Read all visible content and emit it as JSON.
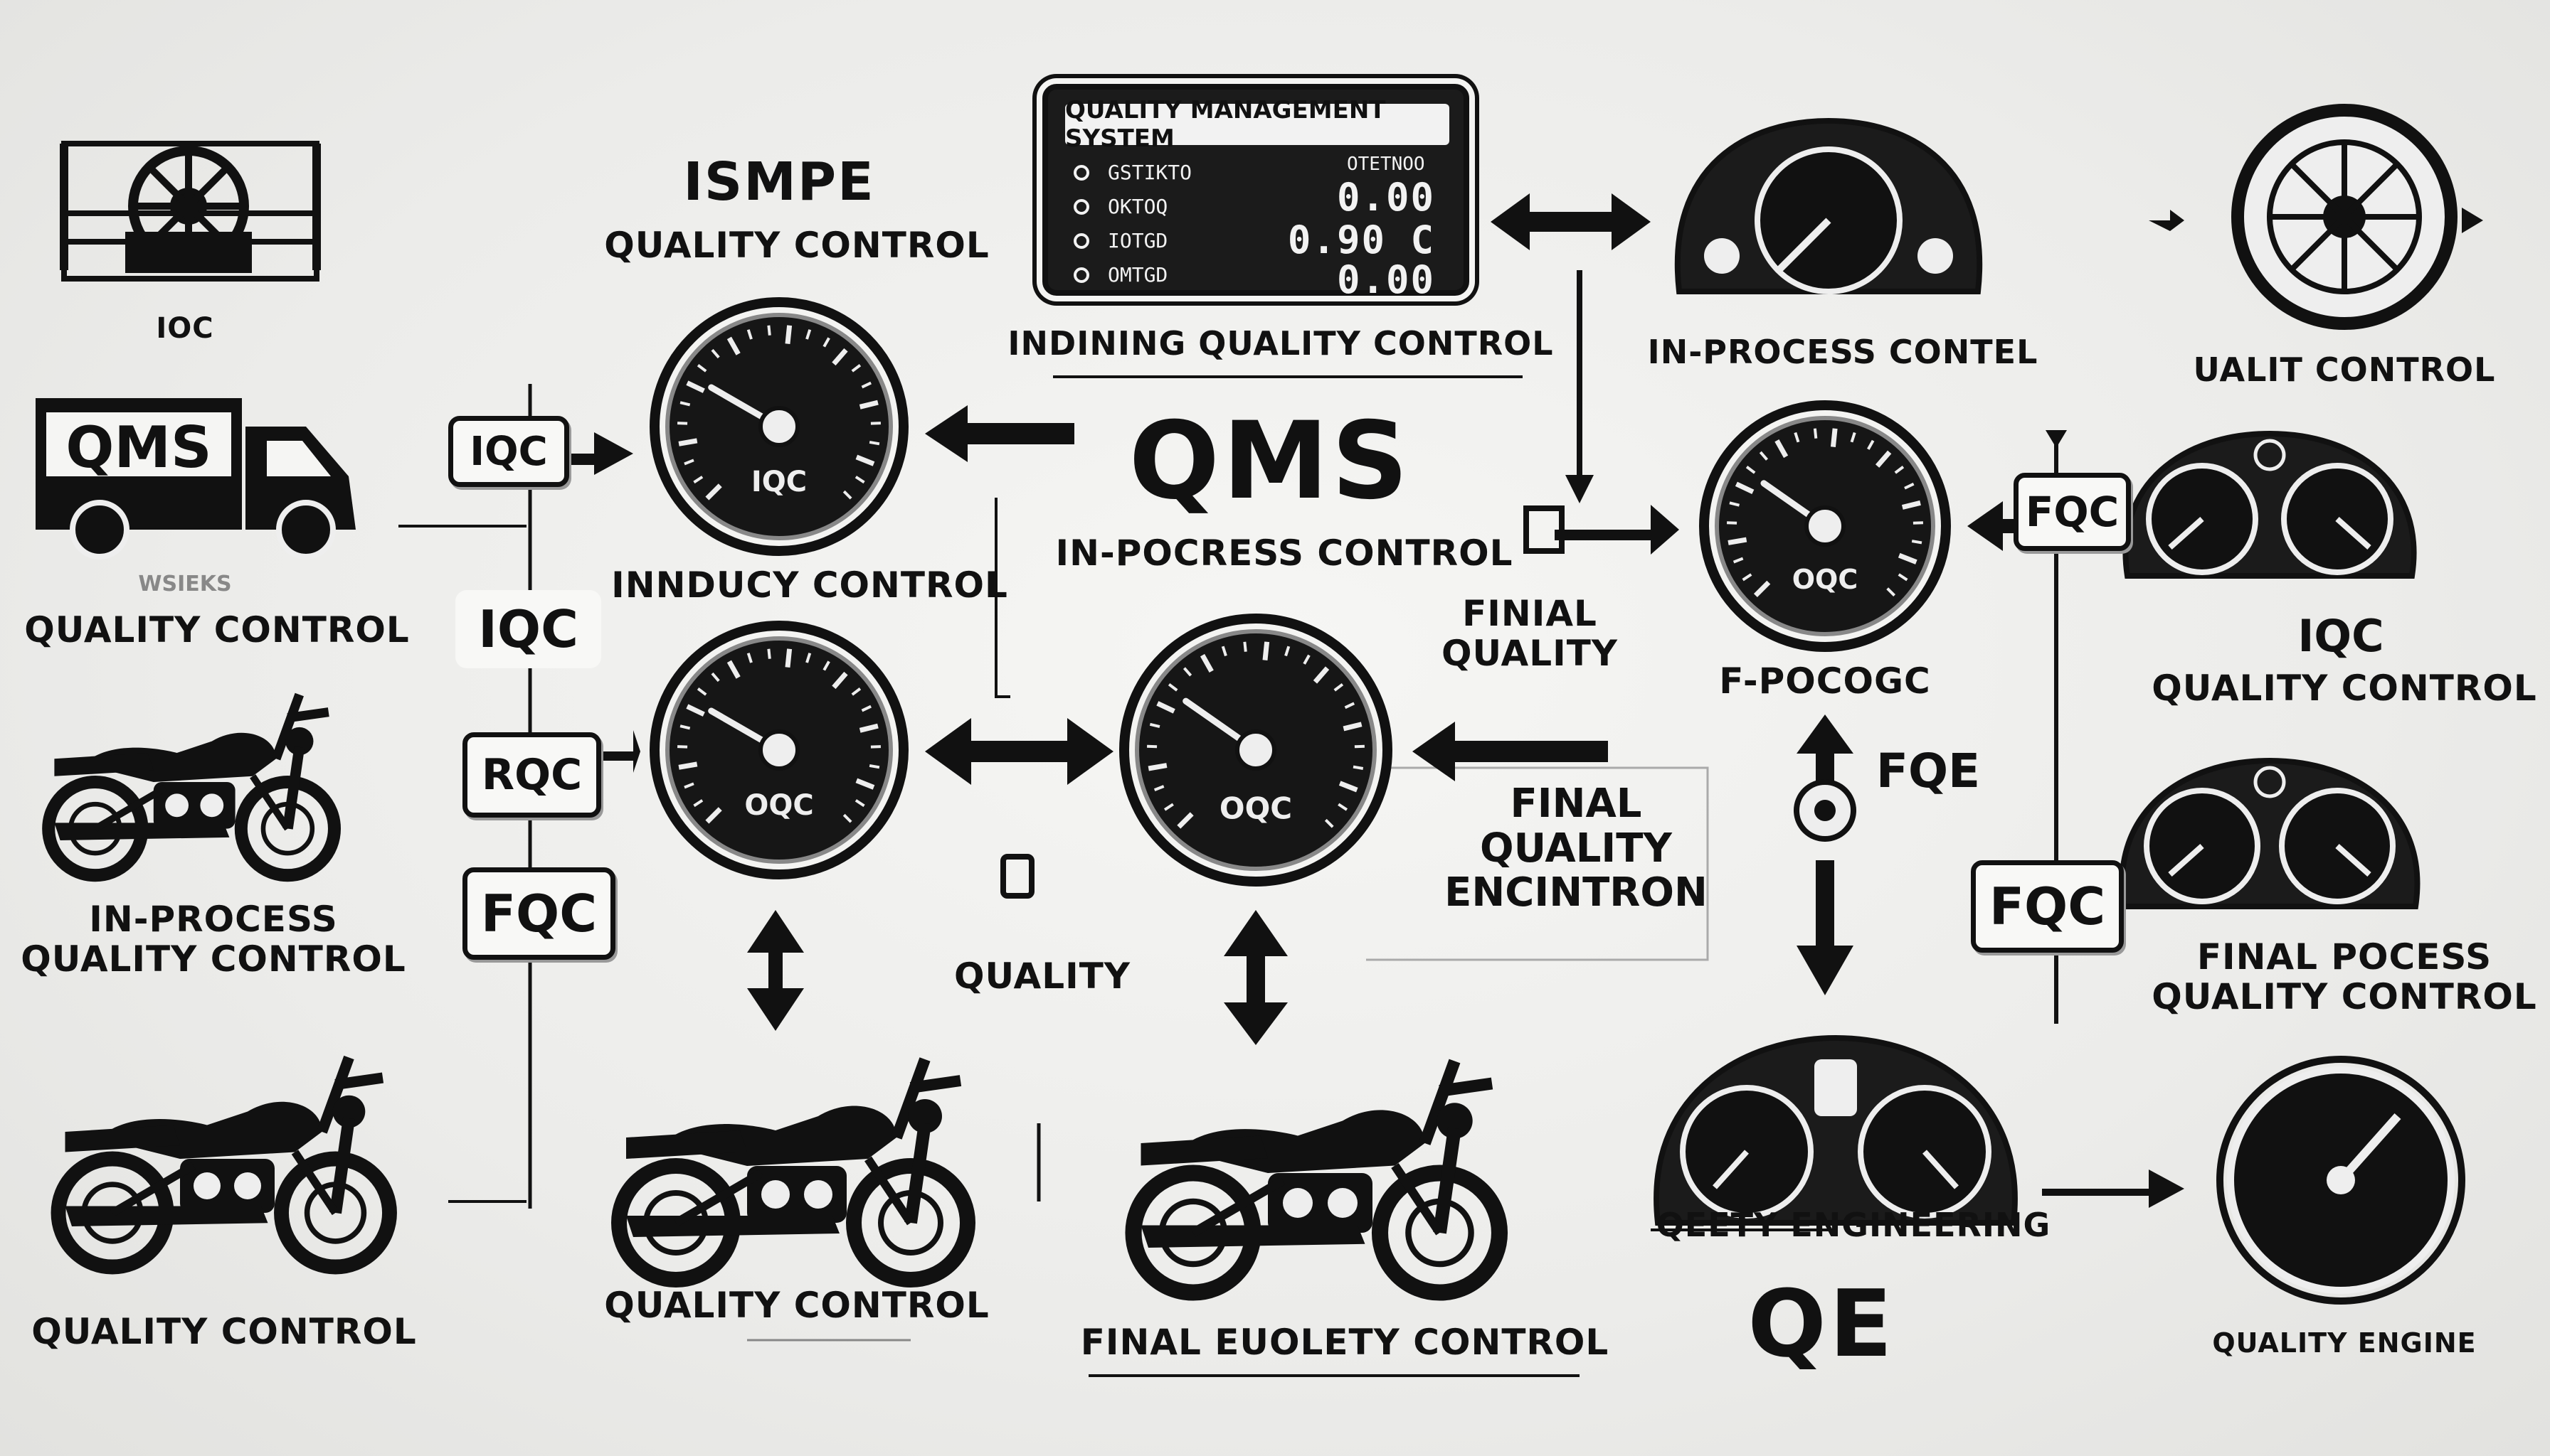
{
  "headings": {
    "qms": "QMS",
    "qe": "QE",
    "ismpe": "ISMPE"
  },
  "panel": {
    "title": "QUALITY MANAGEMENT SYSTEM",
    "rows": [
      "GSTIKTO",
      "OKTOQ",
      "IOTGD",
      "OMTGD"
    ],
    "side_label": "OTETNOO",
    "values": [
      "0.00",
      "0.90 C",
      "0.00"
    ]
  },
  "labels": {
    "ioc": "IOC",
    "quality_control_top": "QUALITY CONTROL",
    "indining": "INDINING QUALITY CONTROL",
    "in_process_contel": "IN-PROCESS CONTEL",
    "ualit": "UALIT CONTROL",
    "truck_caption": "WSIEKS",
    "quality_control_left": "QUALITY CONTROL",
    "innducy": "INNDUCY CONTROL",
    "in_pocress": "IN-POCRESS CONTROL",
    "finial_quality": "FINIAL\nQUALITY",
    "f_pocogc": "F-POCOGC",
    "iqc_right": "IQC",
    "quality_control_right": "QUALITY CONTROL",
    "in_process_qc": "IN-PROCESS\nQUALITY CONTROL",
    "final_quality_enc": "FINAL\nQUALITY\nENCINTRON",
    "fqe": "FQE",
    "quality_mid": "QUALITY",
    "final_pocess": "FINAL POCESS\nQUALITY CONTROL",
    "qeety": "QEETY ENGINEERING",
    "quality_control_bl": "QUALITY CONTROL",
    "quality_control_bm": "QUALITY CONTROL",
    "final_euolety": "FINAL EUOLETY CONTROL",
    "quality_engine": "QUALITY ENGINE"
  },
  "boxes": {
    "iqc_small": "IQC",
    "iqc_big": "IQC",
    "rqc": "RQC",
    "fqc_left": "FQC",
    "fqc_right_top": "FQC",
    "fqc_right": "FQC"
  },
  "truck": {
    "text": "QMS"
  },
  "gauges": {
    "g1": "IQC",
    "g2": "OQC",
    "g3": "OQC",
    "g4": "OQC"
  },
  "colors": {
    "ink": "#111111",
    "paper": "#ededeb"
  }
}
